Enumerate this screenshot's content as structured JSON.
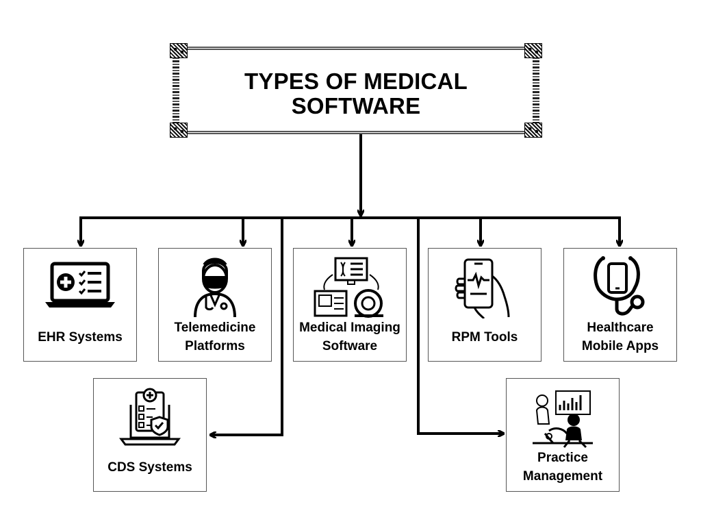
{
  "title": {
    "line1": "TYPES OF MEDICAL",
    "line2": "SOFTWARE"
  },
  "nodes": {
    "ehr": {
      "label": "EHR Systems",
      "icon": "laptop-medical-checklist-icon"
    },
    "telemedicine": {
      "line1": "Telemedicine",
      "line2": "Platforms",
      "icon": "doctor-with-mask-icon"
    },
    "imaging": {
      "line1": "Medical Imaging",
      "line2": "Software",
      "icon": "medical-imaging-scanner-icon"
    },
    "rpm": {
      "label": "RPM Tools",
      "icon": "hand-holding-phone-heartbeat-icon"
    },
    "mobile": {
      "line1": "Healthcare",
      "line2": "Mobile Apps",
      "icon": "stethoscope-phone-icon"
    },
    "cds": {
      "label": "CDS Systems",
      "icon": "laptop-clipboard-shield-icon"
    },
    "practice": {
      "line1": "Practice",
      "line2": "Management",
      "icon": "person-at-desk-dashboard-icon"
    }
  },
  "colors": {
    "line": "#000000",
    "border": "#555555",
    "background": "#ffffff"
  }
}
